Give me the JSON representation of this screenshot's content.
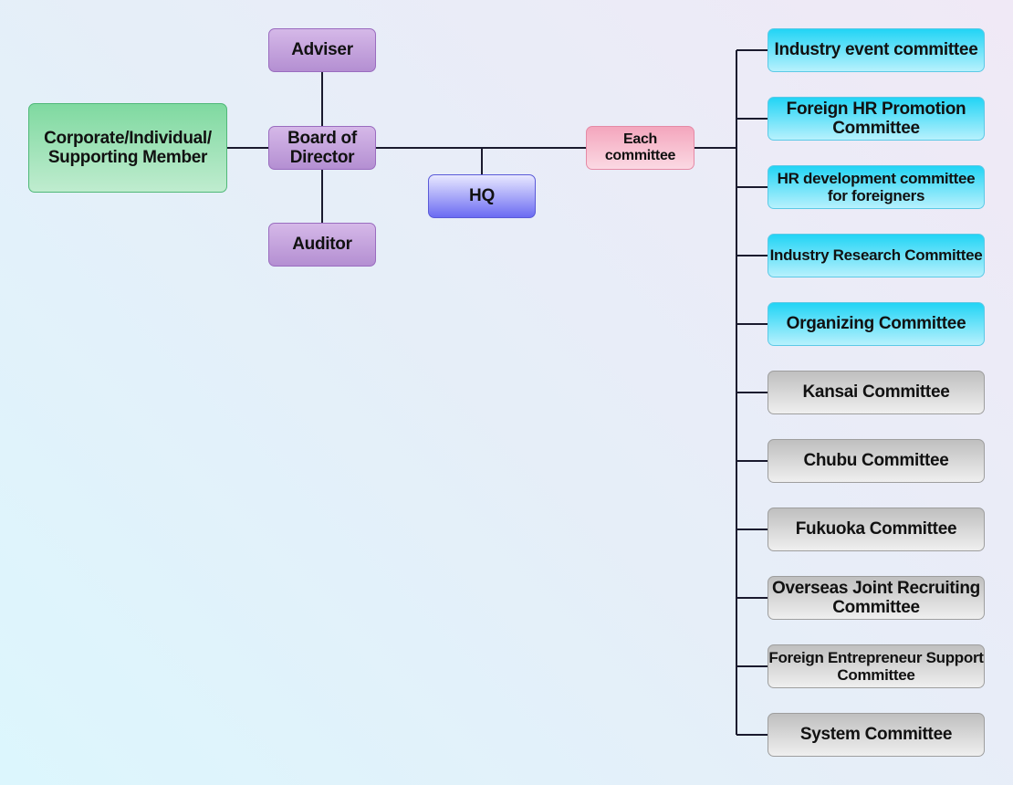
{
  "diagram": {
    "members": "Corporate/Individual/\nSupporting Member",
    "adviser": "Adviser",
    "board": "Board of\nDirector",
    "auditor": "Auditor",
    "hq": "HQ",
    "each_committee": "Each committee",
    "committees": [
      "Industry event committee",
      "Foreign HR Promotion\nCommittee",
      "HR development committee\nfor foreigners",
      "Industry Research Committee",
      "Organizing Committee",
      "Kansai Committee",
      "Chubu Committee",
      "Fukuoka Committee",
      "Overseas Joint Recruiting\nCommittee",
      "Foreign Entrepreneur Support\nCommittee",
      "System Committee"
    ]
  },
  "colors": {
    "line": "#1a1a2e",
    "committee_active": "#22d4f5",
    "committee_regional": "#bfbfbf"
  }
}
